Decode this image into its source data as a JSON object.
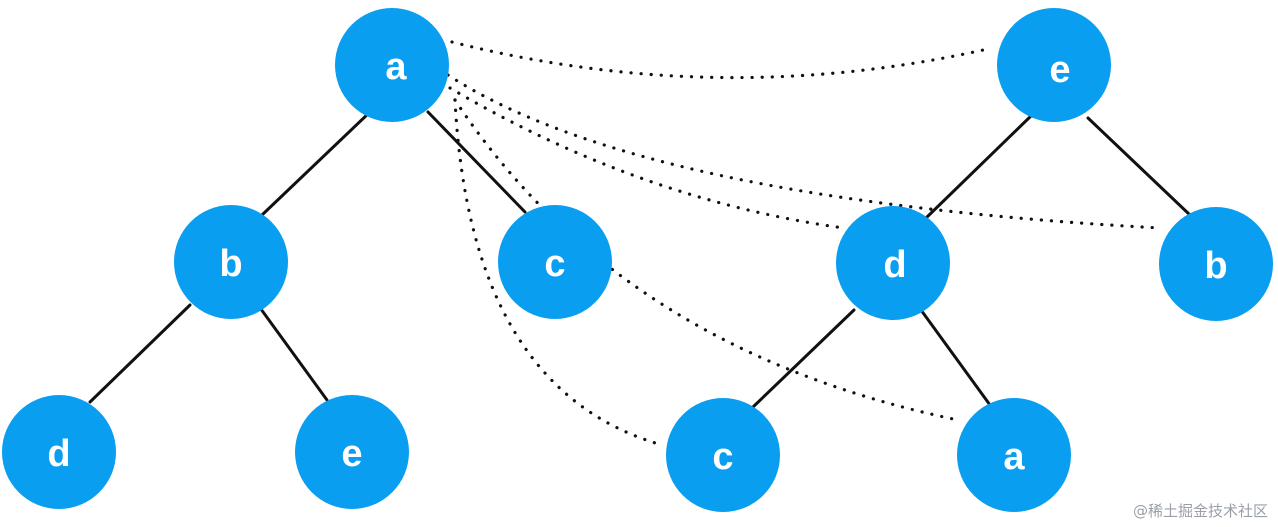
{
  "left_tree": {
    "nodes": [
      {
        "id": "L-a",
        "label": "a"
      },
      {
        "id": "L-b",
        "label": "b"
      },
      {
        "id": "L-c",
        "label": "c"
      },
      {
        "id": "L-d",
        "label": "d"
      },
      {
        "id": "L-e",
        "label": "e"
      }
    ],
    "edges": [
      [
        "L-a",
        "L-b"
      ],
      [
        "L-a",
        "L-c"
      ],
      [
        "L-b",
        "L-d"
      ],
      [
        "L-b",
        "L-e"
      ]
    ]
  },
  "right_tree": {
    "nodes": [
      {
        "id": "R-e",
        "label": "e"
      },
      {
        "id": "R-d",
        "label": "d"
      },
      {
        "id": "R-b",
        "label": "b"
      },
      {
        "id": "R-c",
        "label": "c"
      },
      {
        "id": "R-a",
        "label": "a"
      }
    ],
    "edges": [
      [
        "R-e",
        "R-d"
      ],
      [
        "R-e",
        "R-b"
      ],
      [
        "R-d",
        "R-c"
      ],
      [
        "R-d",
        "R-a"
      ]
    ]
  },
  "comparisons": [
    {
      "from": "L-a",
      "to": "R-e"
    },
    {
      "from": "L-a",
      "to": "R-b"
    },
    {
      "from": "L-a",
      "to": "R-d"
    },
    {
      "from": "L-a",
      "to": "R-a"
    },
    {
      "from": "L-a",
      "to": "R-c"
    }
  ],
  "watermark": "@稀土掘金技术社区",
  "colors": {
    "node_fill": "#0a9ef0",
    "node_text": "#ffffff",
    "line": "#111111"
  }
}
